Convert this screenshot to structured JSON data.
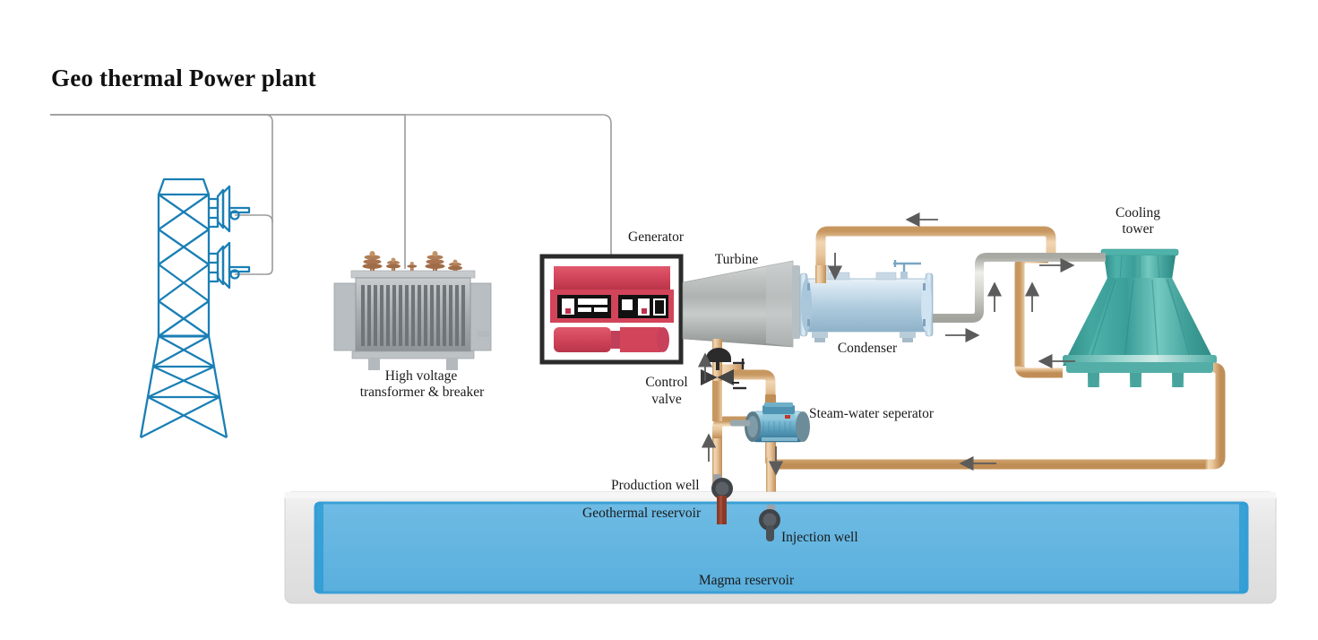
{
  "diagram": {
    "title": "Geo thermal Power plant",
    "labels": {
      "transformer": "High voltage\ntransformer & breaker",
      "transformer_line1": "High voltage",
      "transformer_line2": "transformer & breaker",
      "generator": "Generator",
      "turbine": "Turbine",
      "condenser": "Condenser",
      "cooling_tower_line1": "Cooling",
      "cooling_tower_line2": "tower",
      "control_valve_line1": "Control",
      "control_valve_line2": "valve",
      "separator": "Steam-water seperator",
      "production_well": "Production well",
      "geothermal_reservoir": "Geothermal reservoir",
      "injection_well": "Injection well",
      "magma_reservoir": "Magma  reservoir"
    },
    "components": [
      {
        "id": "transmission-tower",
        "name": "Transmission tower",
        "color": "#1a7fb5"
      },
      {
        "id": "high-voltage-transformer",
        "name": "High voltage transformer & breaker",
        "color": "#9aa2a6"
      },
      {
        "id": "generator",
        "name": "Generator",
        "color": "#d8475c"
      },
      {
        "id": "turbine",
        "name": "Turbine",
        "color": "#b9bcbc"
      },
      {
        "id": "condenser",
        "name": "Condenser",
        "color": "#bcd6e8"
      },
      {
        "id": "cooling-tower",
        "name": "Cooling tower",
        "color": "#3fa9a0"
      },
      {
        "id": "control-valve",
        "name": "Control valve",
        "color": "#3a3a3a"
      },
      {
        "id": "steam-water-separator",
        "name": "Steam-water seperator",
        "color": "#6fb8cf"
      },
      {
        "id": "production-well",
        "name": "Production well",
        "color": "#8a3a28"
      },
      {
        "id": "injection-well",
        "name": "Injection well",
        "color": "#8f979b"
      },
      {
        "id": "geothermal-reservoir",
        "name": "Geothermal reservoir",
        "color": "#62b4e0"
      },
      {
        "id": "magma-reservoir",
        "name": "Magma reservoir",
        "color": "#62b4e0"
      }
    ],
    "colors": {
      "geothermal_pipe": "#e3b887",
      "geothermal_pipe_dark": "#c79760",
      "cooling_pipe": "#cfcfc9",
      "cooling_pipe_dark": "#a9a9a3",
      "tower_blue": "#1a7fb5",
      "reservoir_blue": "#62b4e0",
      "reservoir_edge": "#2f9cd4",
      "ground_gray": "#e7e7e7",
      "arrow_gray": "#5b5b5b",
      "power_line": "#9b9b9b",
      "generator_red": "#d8475c",
      "cooling_tower_teal": "#3fa9a0"
    },
    "flow_arrows": [
      {
        "id": "arrow-production-up",
        "direction": "up",
        "meaning": "hot fluid rising from production well"
      },
      {
        "id": "arrow-turbine-inlet-up",
        "direction": "up",
        "meaning": "steam to turbine through control valve"
      },
      {
        "id": "arrow-separator-down",
        "direction": "down",
        "meaning": "brine to injection well"
      },
      {
        "id": "arrow-condenser-inlet-down",
        "direction": "down",
        "meaning": "exhaust steam into condenser"
      },
      {
        "id": "arrow-condenser-top-left",
        "direction": "left",
        "meaning": "condensate return line"
      },
      {
        "id": "arrow-cooling-out-right",
        "direction": "right",
        "meaning": "warm water to cooling tower"
      },
      {
        "id": "arrow-cooling-riser-up-1",
        "direction": "up",
        "meaning": "cooling water riser"
      },
      {
        "id": "arrow-cooling-riser-up-2",
        "direction": "up",
        "meaning": "cooling water riser"
      },
      {
        "id": "arrow-condenser-bottom-right",
        "direction": "right",
        "meaning": "cooling water from condenser"
      },
      {
        "id": "arrow-tower-return-left",
        "direction": "left",
        "meaning": "cooled water returning"
      },
      {
        "id": "arrow-bottom-return-left",
        "direction": "left",
        "meaning": "return line to plant"
      }
    ]
  }
}
